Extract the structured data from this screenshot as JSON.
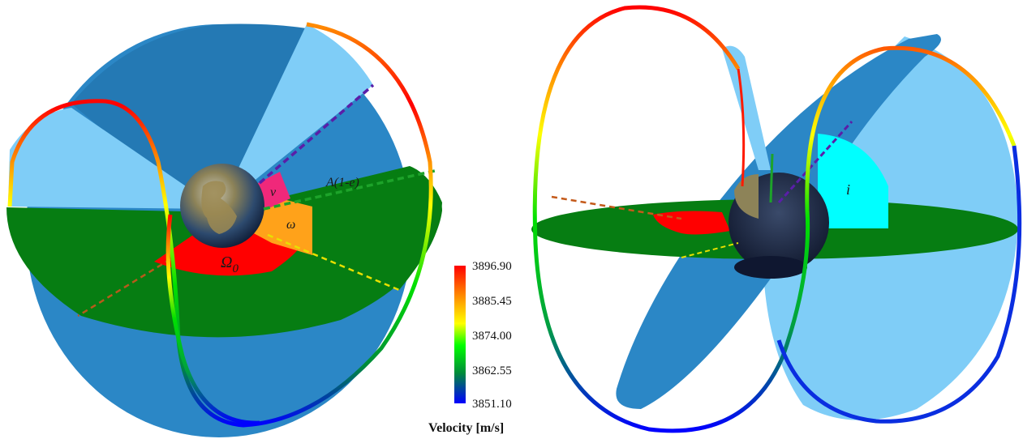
{
  "left_view": {
    "labels": {
      "nu": "ν",
      "a_one_minus_e": "A(1-e)",
      "omega": "ω",
      "raan": "Ω",
      "raan_subscript": "0"
    }
  },
  "right_view": {
    "labels": {
      "inclination": "i"
    }
  },
  "colorbar": {
    "title": "Velocity [m/s]",
    "ticks": [
      "3896.90",
      "3885.45",
      "3874.00",
      "3862.55",
      "3851.10"
    ],
    "colors": [
      "#ff0000",
      "#ff8c00",
      "#ffff00",
      "#00ff00",
      "#008b3a",
      "#0000ff"
    ]
  },
  "colors": {
    "orbit_plane_dark": "#2b87c6",
    "orbit_plane_light": "#7fcdf7",
    "equatorial_plane": "#067d12",
    "raan_sector": "#ff0000",
    "omega_sector": "#ffa21a",
    "nu_sector": "#f0287a",
    "inclination_sector": "#00ffff",
    "earth_ocean": "#14305a",
    "earth_land": "#8b7a4a"
  }
}
